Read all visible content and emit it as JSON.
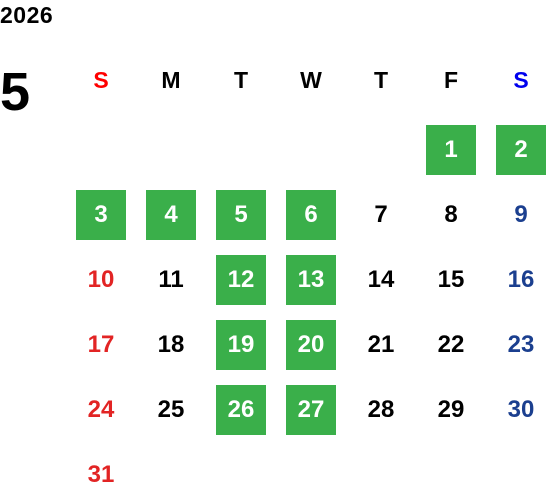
{
  "calendar": {
    "year": "2026",
    "month": "5",
    "weekdays": [
      "S",
      "M",
      "T",
      "W",
      "T",
      "F",
      "S"
    ],
    "weeks": [
      [
        null,
        null,
        null,
        null,
        null,
        {
          "day": "1",
          "highlight": true
        },
        {
          "day": "2",
          "highlight": true
        }
      ],
      [
        {
          "day": "3",
          "highlight": true
        },
        {
          "day": "4",
          "highlight": true
        },
        {
          "day": "5",
          "highlight": true
        },
        {
          "day": "6",
          "highlight": true
        },
        {
          "day": "7",
          "highlight": false
        },
        {
          "day": "8",
          "highlight": false
        },
        {
          "day": "9",
          "highlight": false
        }
      ],
      [
        {
          "day": "10",
          "highlight": false
        },
        {
          "day": "11",
          "highlight": false
        },
        {
          "day": "12",
          "highlight": true
        },
        {
          "day": "13",
          "highlight": true
        },
        {
          "day": "14",
          "highlight": false
        },
        {
          "day": "15",
          "highlight": false
        },
        {
          "day": "16",
          "highlight": false
        }
      ],
      [
        {
          "day": "17",
          "highlight": false
        },
        {
          "day": "18",
          "highlight": false
        },
        {
          "day": "19",
          "highlight": true
        },
        {
          "day": "20",
          "highlight": true
        },
        {
          "day": "21",
          "highlight": false
        },
        {
          "day": "22",
          "highlight": false
        },
        {
          "day": "23",
          "highlight": false
        }
      ],
      [
        {
          "day": "24",
          "highlight": false
        },
        {
          "day": "25",
          "highlight": false
        },
        {
          "day": "26",
          "highlight": true
        },
        {
          "day": "27",
          "highlight": true
        },
        {
          "day": "28",
          "highlight": false
        },
        {
          "day": "29",
          "highlight": false
        },
        {
          "day": "30",
          "highlight": false
        }
      ],
      [
        {
          "day": "31",
          "highlight": false
        },
        null,
        null,
        null,
        null,
        null,
        null
      ]
    ]
  },
  "colors": {
    "highlight_bg": "#3aaf4a",
    "sunday_text": "#e22424",
    "saturday_text": "#1b3f8f",
    "sunday_header": "#ff0000",
    "saturday_header": "#0000ee"
  }
}
